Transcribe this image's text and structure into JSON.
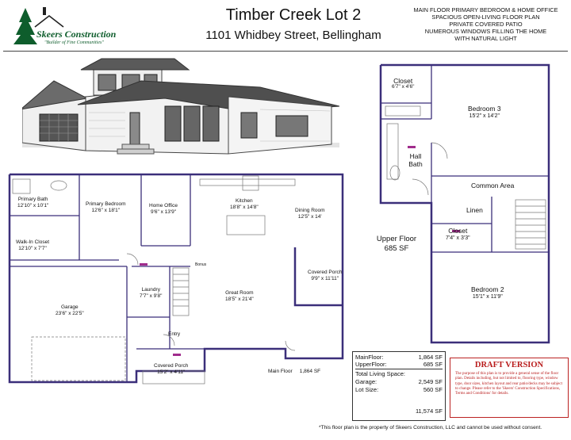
{
  "company": {
    "name": "Skeers Construction",
    "tagline": "\"Builder of Fine Communities\""
  },
  "header": {
    "title": "Timber Creek Lot 2",
    "address": "1101 Whidbey Street, Bellingham",
    "features": [
      "MAIN FLOOR PRIMARY BEDROOM & HOME OFFICE",
      "SPACIOUS OPEN-LIVING FLOOR PLAN",
      "PRIVATE COVERED PATIO",
      "NUMEROUS WINDOWS FILLING THE HOME",
      "WITH NATURAL LIGHT"
    ]
  },
  "main_floor": {
    "label": "Main Floor",
    "sf": "1,864 SF",
    "rooms": {
      "primary_bath": {
        "name": "Primary Bath",
        "size": "12'10\" x 10'1\""
      },
      "primary_bedroom": {
        "name": "Primary Bedroom",
        "size": "12'6\" x 18'1\""
      },
      "home_office": {
        "name": "Home Office",
        "size": "9'6\" x 13'9\""
      },
      "kitchen": {
        "name": "Kitchen",
        "size": "18'8\" x 14'8\""
      },
      "dining_room": {
        "name": "Dining Room",
        "size": "12'5\" x 14'"
      },
      "walk_in_closet": {
        "name": "Walk-In Closet",
        "size": "12'10\" x 7'7\""
      },
      "covered_porch_side": {
        "name": "Covered Porch",
        "size": "9'9\" x 11'11\""
      },
      "laundry": {
        "name": "Laundry",
        "size": "7'7\" x 9'8\""
      },
      "great_room": {
        "name": "Great Room",
        "size": "18'5\" x 21'4\""
      },
      "garage": {
        "name": "Garage",
        "size": "23'6\" x 22'5\""
      },
      "entry": {
        "name": "Entry"
      },
      "covered_porch_front": {
        "name": "Covered Porch",
        "size": "15'2\" x 4'11\""
      },
      "stair_label": "Bonus"
    }
  },
  "upper_floor": {
    "label": "Upper Floor",
    "sf": "685 SF",
    "rooms": {
      "closet_top": {
        "name": "Closet",
        "size": "6'7\" x 4'6\""
      },
      "bedroom3": {
        "name": "Bedroom 3",
        "size": "15'2\" x 14'2\""
      },
      "hall_bath": {
        "name": "Hall Bath"
      },
      "common_area": {
        "name": "Common Area"
      },
      "linen": {
        "name": "Linen"
      },
      "closet_mid": {
        "name": "Closet",
        "size": "7'4\" x 3'3\""
      },
      "bedroom2": {
        "name": "Bedroom 2",
        "size": "15'1\" x 11'9\""
      }
    }
  },
  "stats": {
    "rows": [
      {
        "label": "MainFloor:",
        "value": "1,864 SF"
      },
      {
        "label": "UpperFloor:",
        "value": "685 SF"
      },
      {
        "label": "Total Living Space:",
        "value": ""
      },
      {
        "label": "Garage:",
        "value": "2,549 SF"
      },
      {
        "label": "Lot Size:",
        "value": "560 SF"
      },
      {
        "label": "",
        "value": "11,574 SF"
      }
    ]
  },
  "draft": {
    "title": "DRAFT VERSION",
    "body": "The purpose of this plan is to provide a general sense of the floor plan. Details including, but not limited to, flooring type, window type, door sizes, kitchen layout and rear patio/decks may be subject to change. Please refer to the 'Skeers' Construction Specifications, Terms and Conditions' for details."
  },
  "footer": "*This floor plan is the property of Skeers Construction, LLC and cannot be used without consent.",
  "colors": {
    "wall": "#3b2f7a",
    "brand_green": "#0e5d2c",
    "draft_red": "#b91c1c"
  }
}
